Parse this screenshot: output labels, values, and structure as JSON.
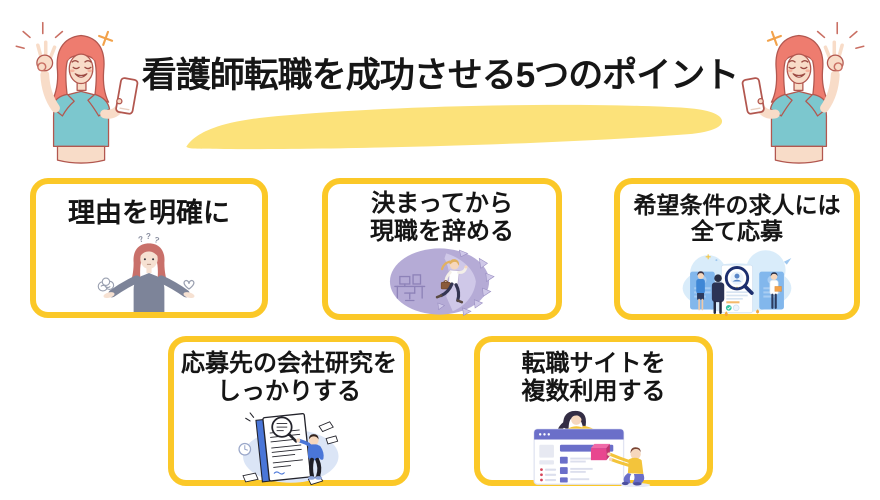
{
  "title": {
    "text": "看護師転職を成功させる5つのポイント"
  },
  "colors": {
    "card_border": "#fbc828",
    "title_highlight": "#fce27a",
    "title_text": "#161616",
    "shirt_teal": "#7cc7ce",
    "hair_salmon": "#ee7c6f"
  },
  "decorations": {
    "left_illustration": "woman-ok-sign-with-phone",
    "right_illustration": "woman-ok-sign-with-phone-mirrored",
    "question_mark": "?"
  },
  "points": [
    {
      "id": 1,
      "lines": [
        "理由を明確に"
      ],
      "illustration": "woman-weighing-brain-and-heart"
    },
    {
      "id": 2,
      "lines": [
        "決まってから",
        "現職を辞める"
      ],
      "illustration": "person-breaking-out-of-office"
    },
    {
      "id": 3,
      "lines": [
        "希望条件の求人には",
        "全て応募"
      ],
      "illustration": "recruiters-inspecting-resume-with-magnifier"
    },
    {
      "id": 4,
      "lines": [
        "応募先の会社研究を",
        "しっかりする"
      ],
      "illustration": "person-researching-document-with-magnifier"
    },
    {
      "id": 5,
      "lines": [
        "転職サイトを",
        "複数利用する"
      ],
      "illustration": "people-building-job-website"
    }
  ]
}
